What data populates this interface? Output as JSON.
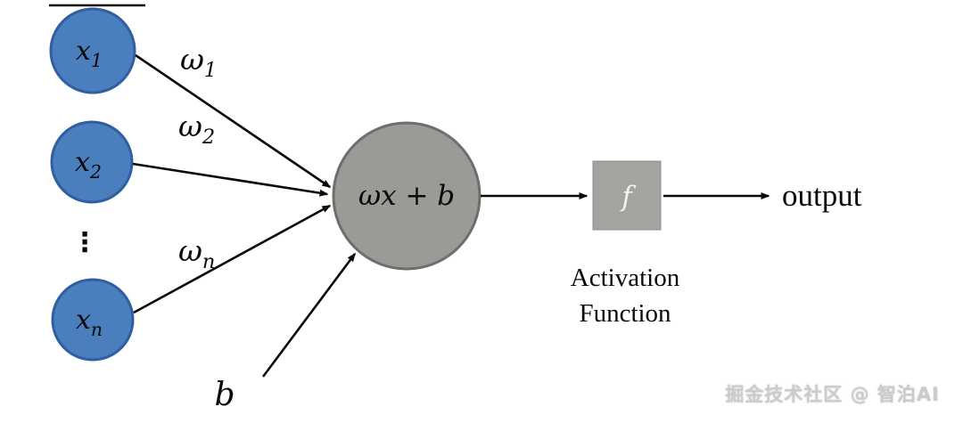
{
  "diagram": {
    "nodes": {
      "x1": {
        "base": "x",
        "sub": "1"
      },
      "x2": {
        "base": "x",
        "sub": "2"
      },
      "dots": "⋮",
      "xn": {
        "base": "x",
        "sub": "n"
      }
    },
    "weights": {
      "w1": {
        "base": "ω",
        "sub": "1"
      },
      "w2": {
        "base": "ω",
        "sub": "2"
      },
      "wn": {
        "base": "ω",
        "sub": "n"
      }
    },
    "neuron_label": "ωx + b",
    "bias_label": "b",
    "activation": {
      "symbol": "f",
      "caption_line1": "Activation",
      "caption_line2": "Function"
    },
    "output_label": "output",
    "colors": {
      "node_fill": "#4A7EBC",
      "node_stroke": "#2F5FA0",
      "neuron_fill": "#9A9A97",
      "neuron_stroke": "#6E6E6C",
      "box_fill": "#A3A3A0",
      "arrow": "#0A0A0A"
    }
  },
  "watermark": "掘金技术社区 @ 智泊AI"
}
